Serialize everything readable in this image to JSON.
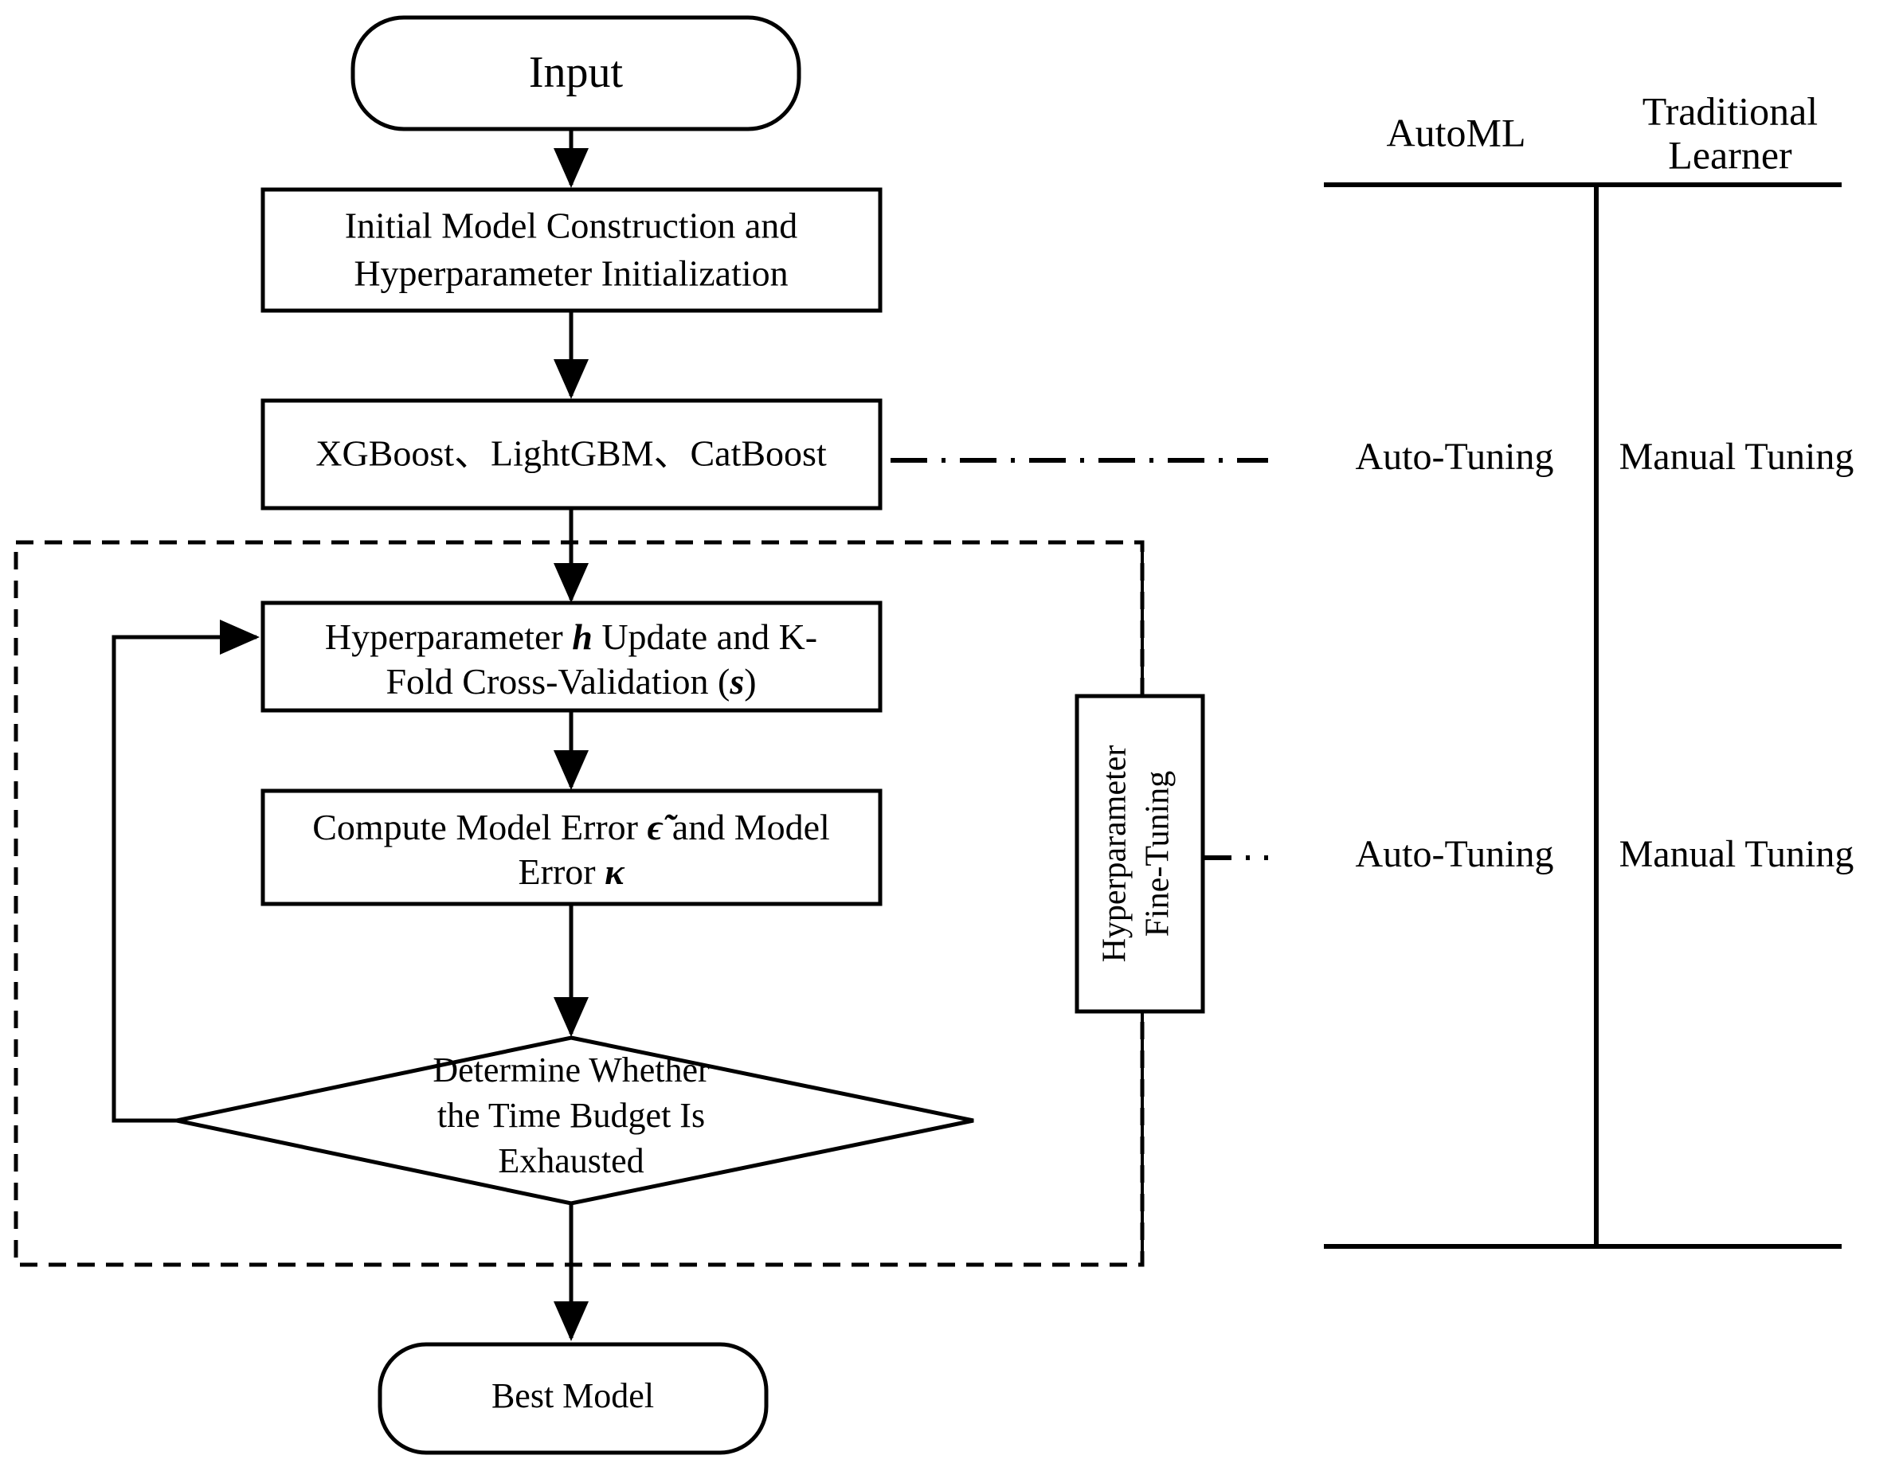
{
  "diagram": {
    "title": "AutoML Hyperparameter Tuning Flowchart",
    "colors": {
      "background": "#ffffff",
      "stroke": "#000000",
      "text": "#000000"
    },
    "nodes": {
      "input": {
        "label": "Input",
        "shape": "rounded-terminator"
      },
      "init": {
        "line1": "Initial Model Construction and",
        "line2": "Hyperparameter Initialization",
        "shape": "rectangle"
      },
      "learners": {
        "label": "XGBoost、LightGBM、CatBoost",
        "shape": "rectangle"
      },
      "update": {
        "line1_a": "Hyperparameter ",
        "line1_sym": "h",
        "line1_b": " Update and K-",
        "line2_a": "Fold Cross-Validation (",
        "line2_sym": "s",
        "line2_b": ")",
        "shape": "rectangle"
      },
      "error": {
        "line1_a": "Compute Model Error ",
        "line1_sym": "ϵ̃",
        "line1_b": " and Model",
        "line2_a": "Error ",
        "line2_sym": "κ",
        "shape": "rectangle"
      },
      "decision": {
        "line1": "Determine Whether",
        "line2": "the Time Budget Is",
        "line3": "Exhausted",
        "shape": "diamond"
      },
      "best": {
        "label": "Best Model",
        "shape": "rounded-terminator"
      },
      "finetune": {
        "line1": "Hyperparameter",
        "line2": "Fine-Tuning",
        "shape": "rectangle-rotated"
      }
    },
    "legend": {
      "column_headers": {
        "automl": "AutoML",
        "traditional_line1": "Traditional",
        "traditional_line2": "Learner"
      },
      "rows": [
        {
          "automl": "Auto-Tuning",
          "traditional": "Manual Tuning"
        },
        {
          "automl": "Auto-Tuning",
          "traditional": "Manual Tuning"
        }
      ]
    },
    "connectors": {
      "loop_back_label": "",
      "dashdot_style": "dash-dot",
      "dashed_region_style": "dashed"
    }
  }
}
